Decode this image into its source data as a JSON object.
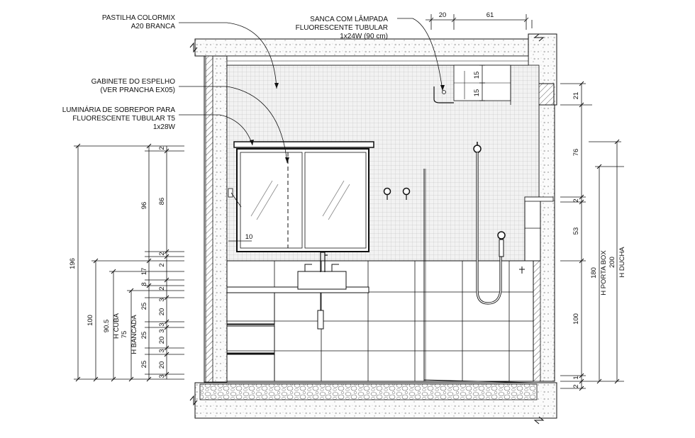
{
  "annotations": {
    "tile_line1": "PASTILHA COLORMIX",
    "tile_line2": "A20 BRANCA",
    "mirror_line1": "GABINETE DO ESPELHO",
    "mirror_line2": "(VER PRANCHA EX05)",
    "lum_line1": "LUMINÁRIA DE SOBREPOR PARA",
    "lum_line2": "FLUORESCENTE TUBULAR T5",
    "lum_line3": "1x28W",
    "sanca_line1": "SANCA COM LÂMPADA",
    "sanca_line2": "FLUORESCENTE TUBULAR",
    "sanca_line3": "1x24W (90 cm)"
  },
  "dims_top": {
    "d20": "20",
    "d61": "61"
  },
  "dims_left": {
    "d196": "196",
    "d100": "100",
    "d90_5": "90.5",
    "h_cuba": "H CUBA",
    "d75": "75",
    "h_bancada": "H BANCADA",
    "d96": "96",
    "d86": "86",
    "d2a": "2",
    "d2b": "2",
    "d17": "17",
    "d8": "8",
    "d2c": "2",
    "d25a": "25",
    "d3a": "3",
    "d20a": "20",
    "d3b": "3",
    "d25b": "25",
    "d3c": "3",
    "d20b": "20",
    "d3d": "3",
    "d25c": "25",
    "d20c": "20",
    "d3e": "3"
  },
  "dims_inner": {
    "d15a": "15",
    "d15b": "15",
    "d10": "10"
  },
  "dims_right": {
    "d21": "21",
    "d76": "76",
    "d2a": "2",
    "d53": "53",
    "d100": "100",
    "d1": "1",
    "d2b": "2",
    "d180": "180",
    "h_porta_box": "H PORTA BOX",
    "d200": "200",
    "h_ducha": "H DUCHA"
  }
}
